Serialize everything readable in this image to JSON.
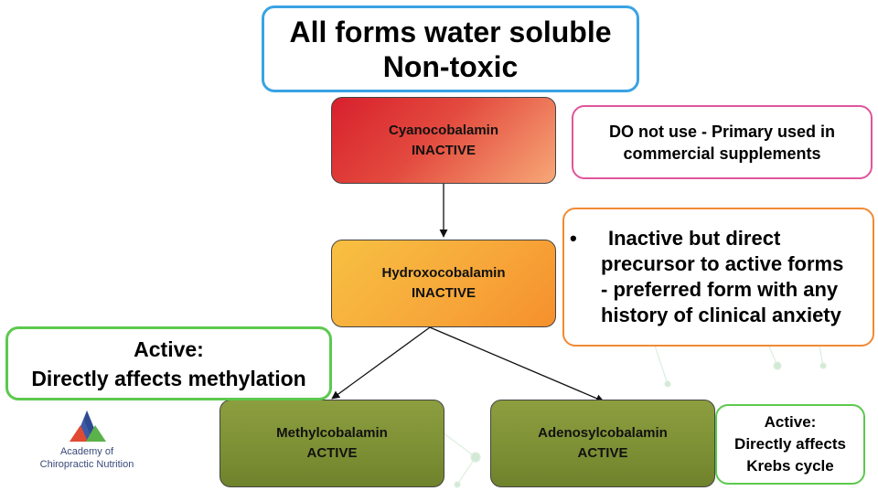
{
  "title_box": {
    "line1": "All forms water soluble",
    "line2": "Non-toxic"
  },
  "nodes": {
    "cyano": {
      "name": "Cyanocobalamin",
      "status": "INACTIVE"
    },
    "hydroxo": {
      "name": "Hydroxocobalamin",
      "status": "INACTIVE"
    },
    "methyl": {
      "name": "Methylcobalamin",
      "status": "ACTIVE"
    },
    "adenosyl": {
      "name": "Adenosylcobalamin",
      "status": "ACTIVE"
    }
  },
  "notes": {
    "do_not_use": {
      "line1": "DO not use - Primary used in",
      "line2": "commercial supplements"
    },
    "hydroxo_note": {
      "bullet": "•",
      "line1": "Inactive but direct",
      "line2": "precursor to active forms",
      "line3": "- preferred form with any",
      "line4": "history of clinical anxiety"
    },
    "methyl_note": {
      "line1": "Active:",
      "line2": "Directly affects methylation"
    },
    "adenosyl_note": {
      "line1": "Active:",
      "line2": "Directly affects",
      "line3": "Krebs cycle"
    }
  },
  "logo": {
    "line1": "Academy of",
    "line2": "Chiropractic Nutrition"
  },
  "colors": {
    "title_border": "#3aa3e3",
    "pink_border": "#e0559c",
    "orange_border": "#f08a34",
    "green_border": "#5cc94e"
  }
}
